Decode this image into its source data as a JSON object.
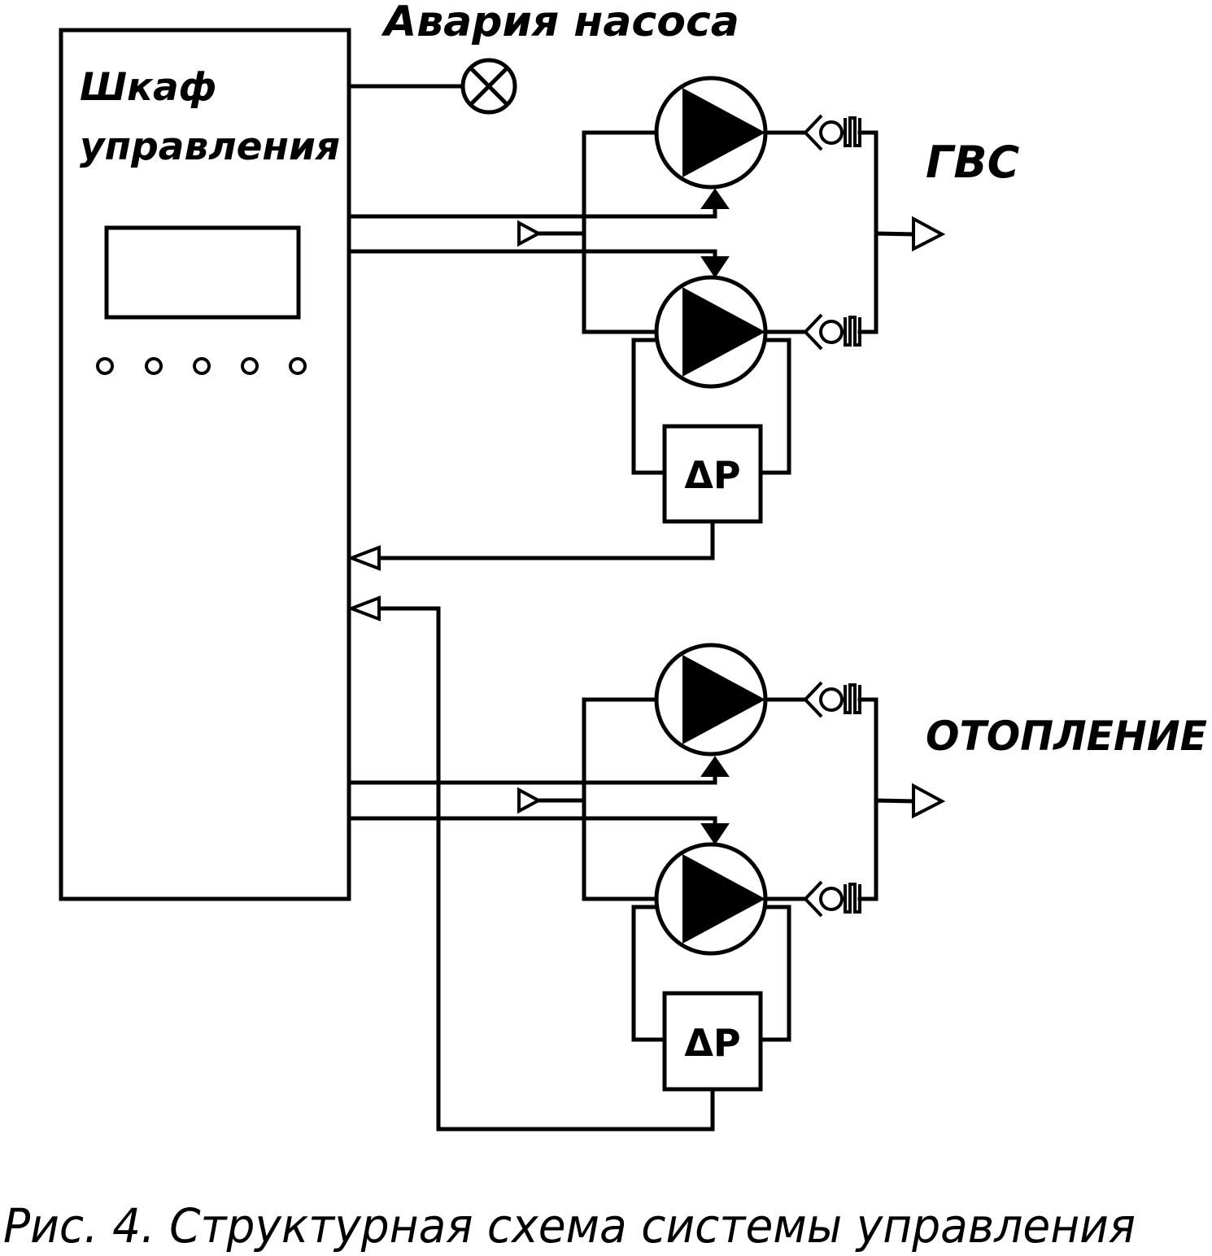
{
  "labels": {
    "alarm": "Авария насоса",
    "cabinet_line1": "Шкаф",
    "cabinet_line2": "управления",
    "hot_water": "ГВС",
    "heating": "ОТОПЛЕНИЕ",
    "delta_p": "ΔP"
  },
  "caption": "Рис. 4. Структурная схема системы управления",
  "colors": {
    "line": "#000000",
    "background": "#ffffff"
  },
  "icons": {
    "pump": "pump-icon",
    "check_valve": "check-valve-icon",
    "alarm_lamp": "signal-lamp-icon",
    "pressure_sensor": "differential-pressure-sensor-icon",
    "flow_arrow": "flow-arrow-icon"
  }
}
